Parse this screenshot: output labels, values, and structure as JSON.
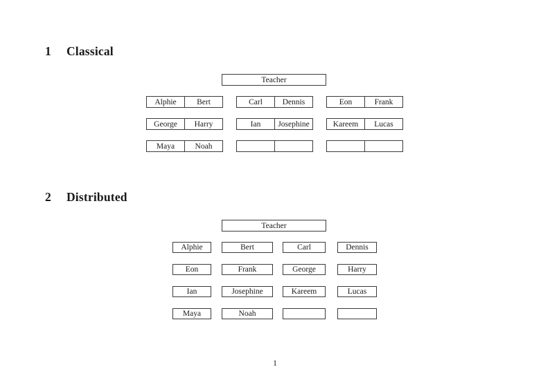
{
  "page": {
    "page_number": "1"
  },
  "sections": [
    {
      "number": "1",
      "title": "Classical",
      "teacher_label": "Teacher",
      "rows": [
        [
          [
            "Alphie",
            "Bert"
          ],
          [
            "Carl",
            "Dennis"
          ],
          [
            "Eon",
            "Frank"
          ]
        ],
        [
          [
            "George",
            "Harry"
          ],
          [
            "Ian",
            "Josephine"
          ],
          [
            "Kareem",
            "Lucas"
          ]
        ],
        [
          [
            "Maya",
            "Noah"
          ],
          [
            "",
            ""
          ],
          [
            "",
            ""
          ]
        ]
      ]
    },
    {
      "number": "2",
      "title": "Distributed",
      "teacher_label": "Teacher",
      "rows": [
        [
          "Alphie",
          "Bert",
          "Carl",
          "Dennis"
        ],
        [
          "Eon",
          "Frank",
          "George",
          "Harry"
        ],
        [
          "Ian",
          "Josephine",
          "Kareem",
          "Lucas"
        ],
        [
          "Maya",
          "Noah",
          "",
          ""
        ]
      ]
    }
  ]
}
